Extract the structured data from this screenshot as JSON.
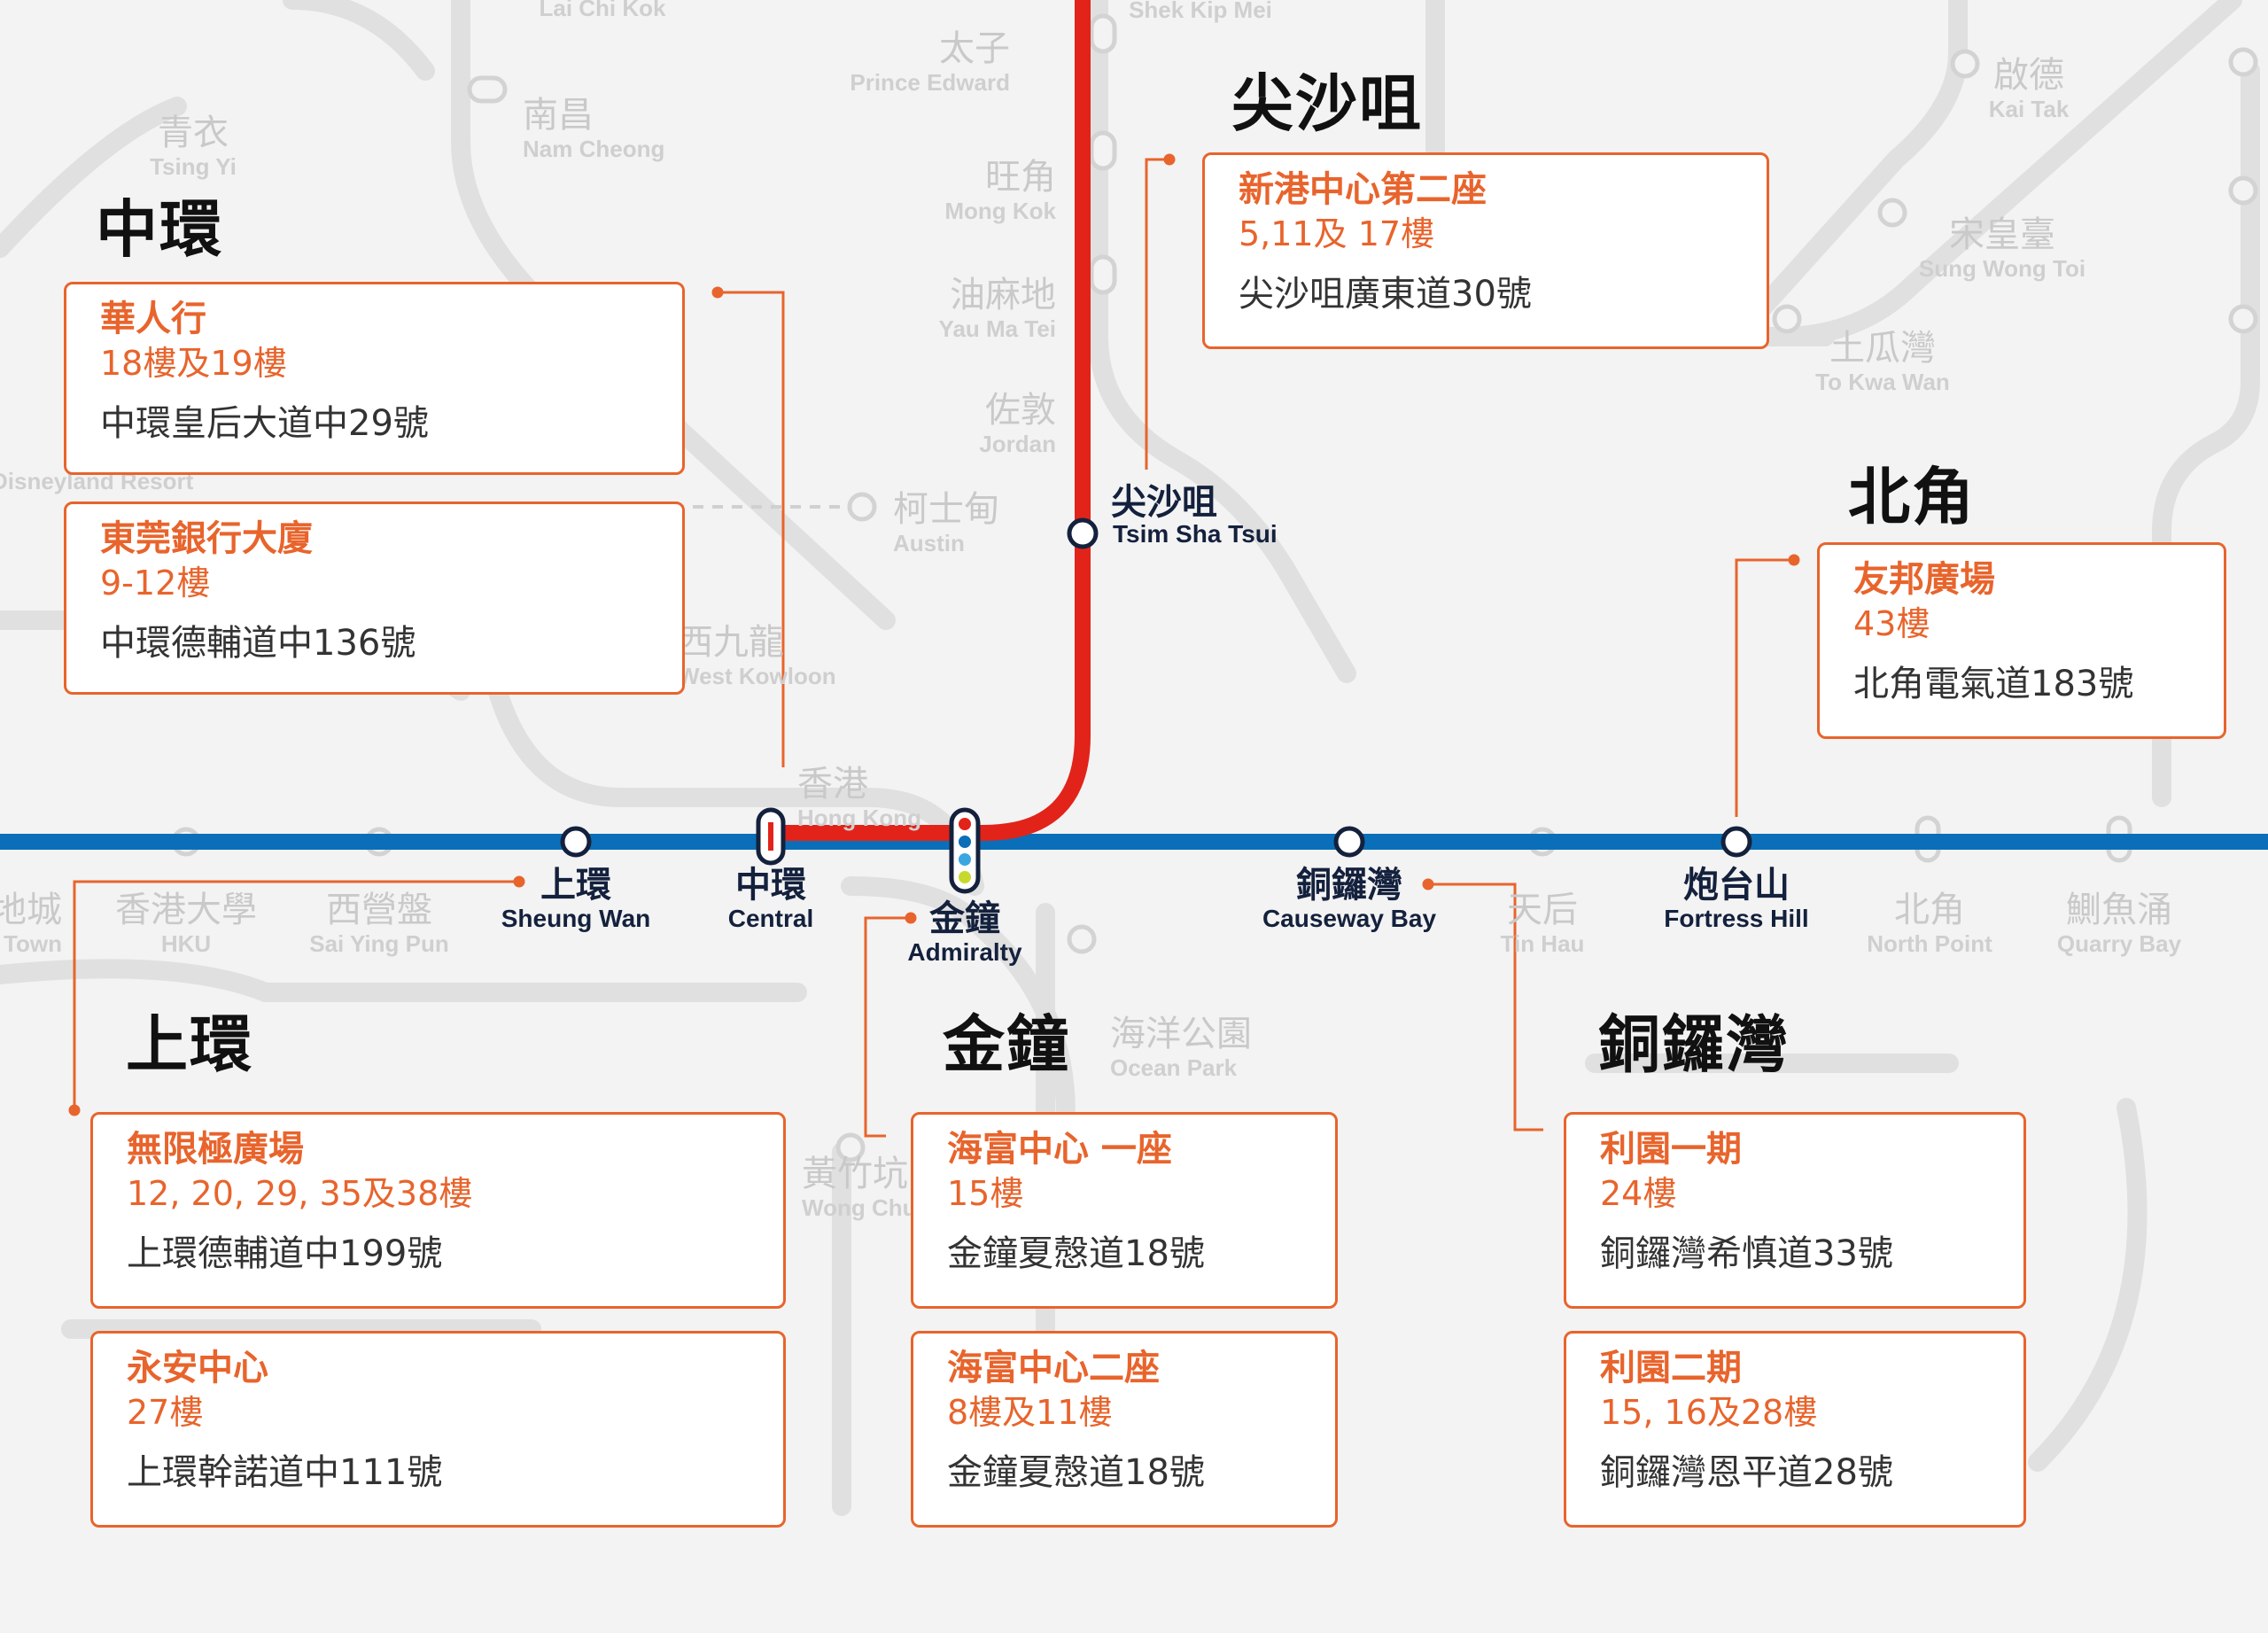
{
  "colors": {
    "background": "#f3f3f3",
    "island_line": "#0a6fb8",
    "tsuen_wan_line": "#e2231a",
    "accent_orange": "#e8642c",
    "faded_lines": "#dedede"
  },
  "highlighted_stations": {
    "sheung_wan": {
      "zh": "上環",
      "en": "Sheung Wan"
    },
    "central": {
      "zh": "中環",
      "en": "Central"
    },
    "admiralty": {
      "zh": "金鐘",
      "en": "Admiralty"
    },
    "causeway_bay": {
      "zh": "銅鑼灣",
      "en": "Causeway Bay"
    },
    "fortress_hill": {
      "zh": "炮台山",
      "en": "Fortress Hill"
    },
    "tsim_sha_tsui": {
      "zh": "尖沙咀",
      "en": "Tsim Sha Tsui"
    }
  },
  "background_stations": [
    {
      "zh": "",
      "en": "Lai Chi Kok"
    },
    {
      "zh": "",
      "en": "Shek Kip Mei"
    },
    {
      "zh": "太子",
      "en": "Prince Edward"
    },
    {
      "zh": "南昌",
      "en": "Nam Cheong"
    },
    {
      "zh": "青衣",
      "en": "Tsing Yi"
    },
    {
      "zh": "旺角",
      "en": "Mong Kok"
    },
    {
      "zh": "油麻地",
      "en": "Yau Ma Tei"
    },
    {
      "zh": "佐敦",
      "en": "Jordan"
    },
    {
      "zh": "柯士甸",
      "en": "Austin"
    },
    {
      "zh": "西九龍",
      "en": "West Kowloon"
    },
    {
      "zh": "香港",
      "en": "Hong Kong"
    },
    {
      "zh": "",
      "en": "Disneyland Resort"
    },
    {
      "zh": "啟德",
      "en": "Kai Tak"
    },
    {
      "zh": "宋皇臺",
      "en": "Sung Wong Toi"
    },
    {
      "zh": "土瓜灣",
      "en": "To Kwa Wan"
    },
    {
      "zh": "地城",
      "en": "Town"
    },
    {
      "zh": "香港大學",
      "en": "HKU"
    },
    {
      "zh": "西營盤",
      "en": "Sai Ying Pun"
    },
    {
      "zh": "天后",
      "en": "Tin Hau"
    },
    {
      "zh": "北角",
      "en": "North Point"
    },
    {
      "zh": "鰂魚涌",
      "en": "Quarry Bay"
    },
    {
      "zh": "海洋公園",
      "en": "Ocean Park"
    },
    {
      "zh": "黃竹坑",
      "en": "Wong Chuk Hang"
    }
  ],
  "areas": {
    "central": {
      "heading": "中環",
      "offices": [
        {
          "name": "華人行",
          "floors": "18樓及19樓",
          "address": "中環皇后大道中29號"
        },
        {
          "name": "東莞銀行大廈",
          "floors": "9-12樓",
          "address": "中環德輔道中136號"
        }
      ]
    },
    "tsim_sha_tsui": {
      "heading": "尖沙咀",
      "offices": [
        {
          "name": "新港中心第二座",
          "floors": "5,11及 17樓",
          "address": "尖沙咀廣東道30號"
        }
      ]
    },
    "north_point": {
      "heading": "北角",
      "offices": [
        {
          "name": "友邦廣場",
          "floors": "43樓",
          "address": "北角電氣道183號"
        }
      ]
    },
    "sheung_wan": {
      "heading": "上環",
      "offices": [
        {
          "name": "無限極廣場",
          "floors": "12, 20, 29, 35及38樓",
          "address": "上環德輔道中199號"
        },
        {
          "name": "永安中心",
          "floors": "27樓",
          "address": "上環幹諾道中111號"
        }
      ]
    },
    "admiralty": {
      "heading": "金鐘",
      "offices": [
        {
          "name": "海富中心 一座",
          "floors": "15樓",
          "address": "金鐘夏慤道18號"
        },
        {
          "name": "海富中心二座",
          "floors": "8樓及11樓",
          "address": "金鐘夏慤道18號"
        }
      ]
    },
    "causeway_bay": {
      "heading": "銅鑼灣",
      "offices": [
        {
          "name": "利園一期",
          "floors": "24樓",
          "address": "銅鑼灣希慎道33號"
        },
        {
          "name": "利園二期",
          "floors": "15, 16及28樓",
          "address": "銅鑼灣恩平道28號"
        }
      ]
    }
  }
}
